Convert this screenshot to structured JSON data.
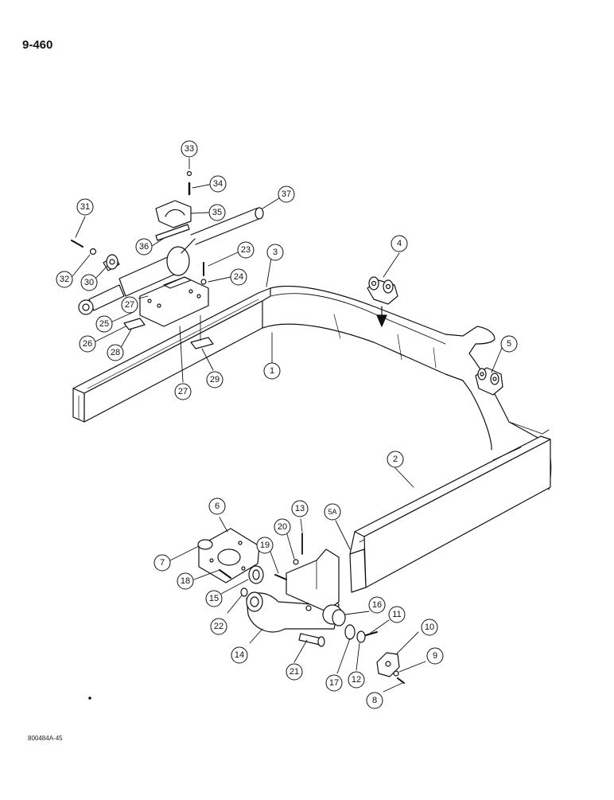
{
  "page_number": "9-460",
  "document_code": "800484A-45",
  "callouts": {
    "c1": "1",
    "c2": "2",
    "c3": "3",
    "c4": "4",
    "c5": "5",
    "c5a": "5A",
    "c6": "6",
    "c7": "7",
    "c8": "8",
    "c9": "9",
    "c10": "10",
    "c11": "11",
    "c12": "12",
    "c13": "13",
    "c14": "14",
    "c15": "15",
    "c16": "16",
    "c17": "17",
    "c18": "18",
    "c19": "19",
    "c20": "20",
    "c21": "21",
    "c22": "22",
    "c23": "23",
    "c24": "24",
    "c25": "25",
    "c26": "26",
    "c27a": "27",
    "c27b": "27",
    "c28": "28",
    "c29": "29",
    "c30": "30",
    "c31": "31",
    "c32": "32",
    "c33": "33",
    "c34": "34",
    "c35": "35",
    "c36": "36",
    "c37": "37"
  }
}
